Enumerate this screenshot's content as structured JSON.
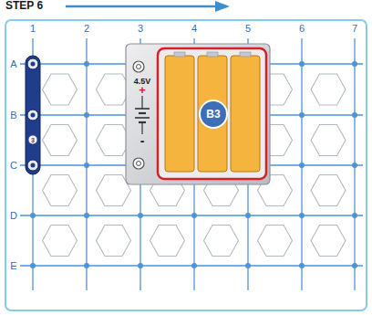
{
  "diagram": {
    "title": "STEP 6",
    "nodes": [
      {
        "text": [
          "4.5V",
          "+",
          "-",
          "B3"
        ]
      },
      {
        "text": [
          "3"
        ]
      }
    ],
    "labels": [
      "1",
      "2",
      "3",
      "4",
      "5",
      "6",
      "7",
      "A",
      "B",
      "C",
      "D",
      "E"
    ]
  }
}
